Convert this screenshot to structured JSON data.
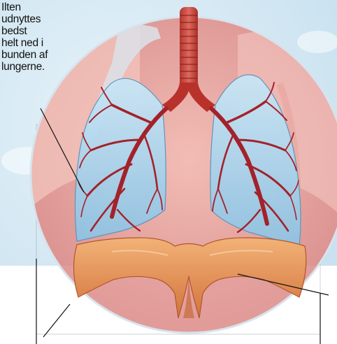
{
  "caption": {
    "lines": [
      "Ilten",
      "udnyttes",
      "bedst",
      "helt ned i",
      "bunden af",
      "lungerne."
    ]
  },
  "colors": {
    "background_sky": "#cfe6f3",
    "body_skin": "#e9a8a4",
    "lung_fill": "#a9d3ec",
    "bronchi": "#a3222a",
    "trachea": "#c0392b",
    "diaphragm": "#e98f4f",
    "callout_line": "#111111"
  }
}
